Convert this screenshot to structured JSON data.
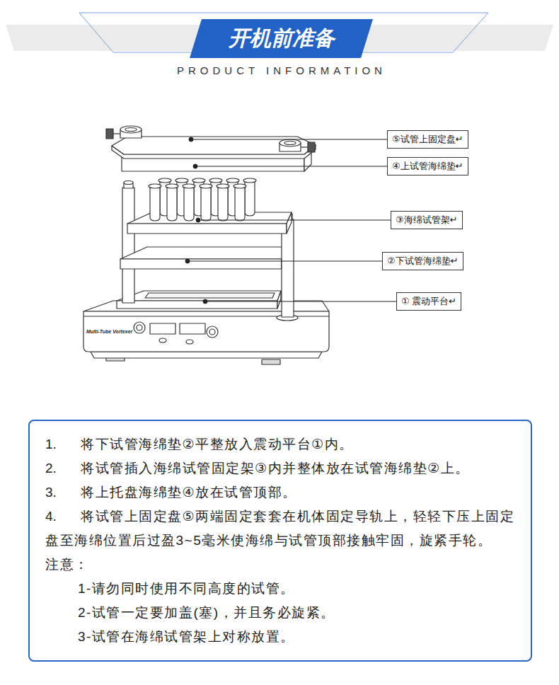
{
  "diagram": {
    "title": "开机前准备",
    "nodes": [
      {
        "text": [
          "⑤试管上固定盘↵"
        ]
      },
      {
        "text": [
          "④上试管海绵垫↵"
        ]
      },
      {
        "text": [
          "③海绵试管架↵"
        ]
      },
      {
        "text": [
          "②下试管海绵垫↵"
        ]
      },
      {
        "text": [
          "① 震动平台↵"
        ]
      },
      {
        "text": [
          "1.",
          "将下试管海绵垫②平整放入震动平台①内。",
          "2.",
          "将试管插入海绵试管固定架③内并整体放在试管海绵垫②上。",
          "3.",
          "将上托盘海绵垫④放在试管顶部。",
          "4.",
          "将试管上固定盘⑤两端固定套套在机体固定导轨上，轻轻下压上固定盘至海绵位置后过盈3~5毫米使海绵与试管顶部接触牢固，旋紧手轮。",
          "注意：",
          "1-请勿同时使用不同高度的试管。",
          "2-试管一定要加盖(塞)，并且务必旋紧。",
          "3-试管在海绵试管架上对称放置。"
        ]
      }
    ],
    "labels": [
      "PRODUCT INFORMATION",
      "Multi-Tube Vortexer"
    ]
  }
}
